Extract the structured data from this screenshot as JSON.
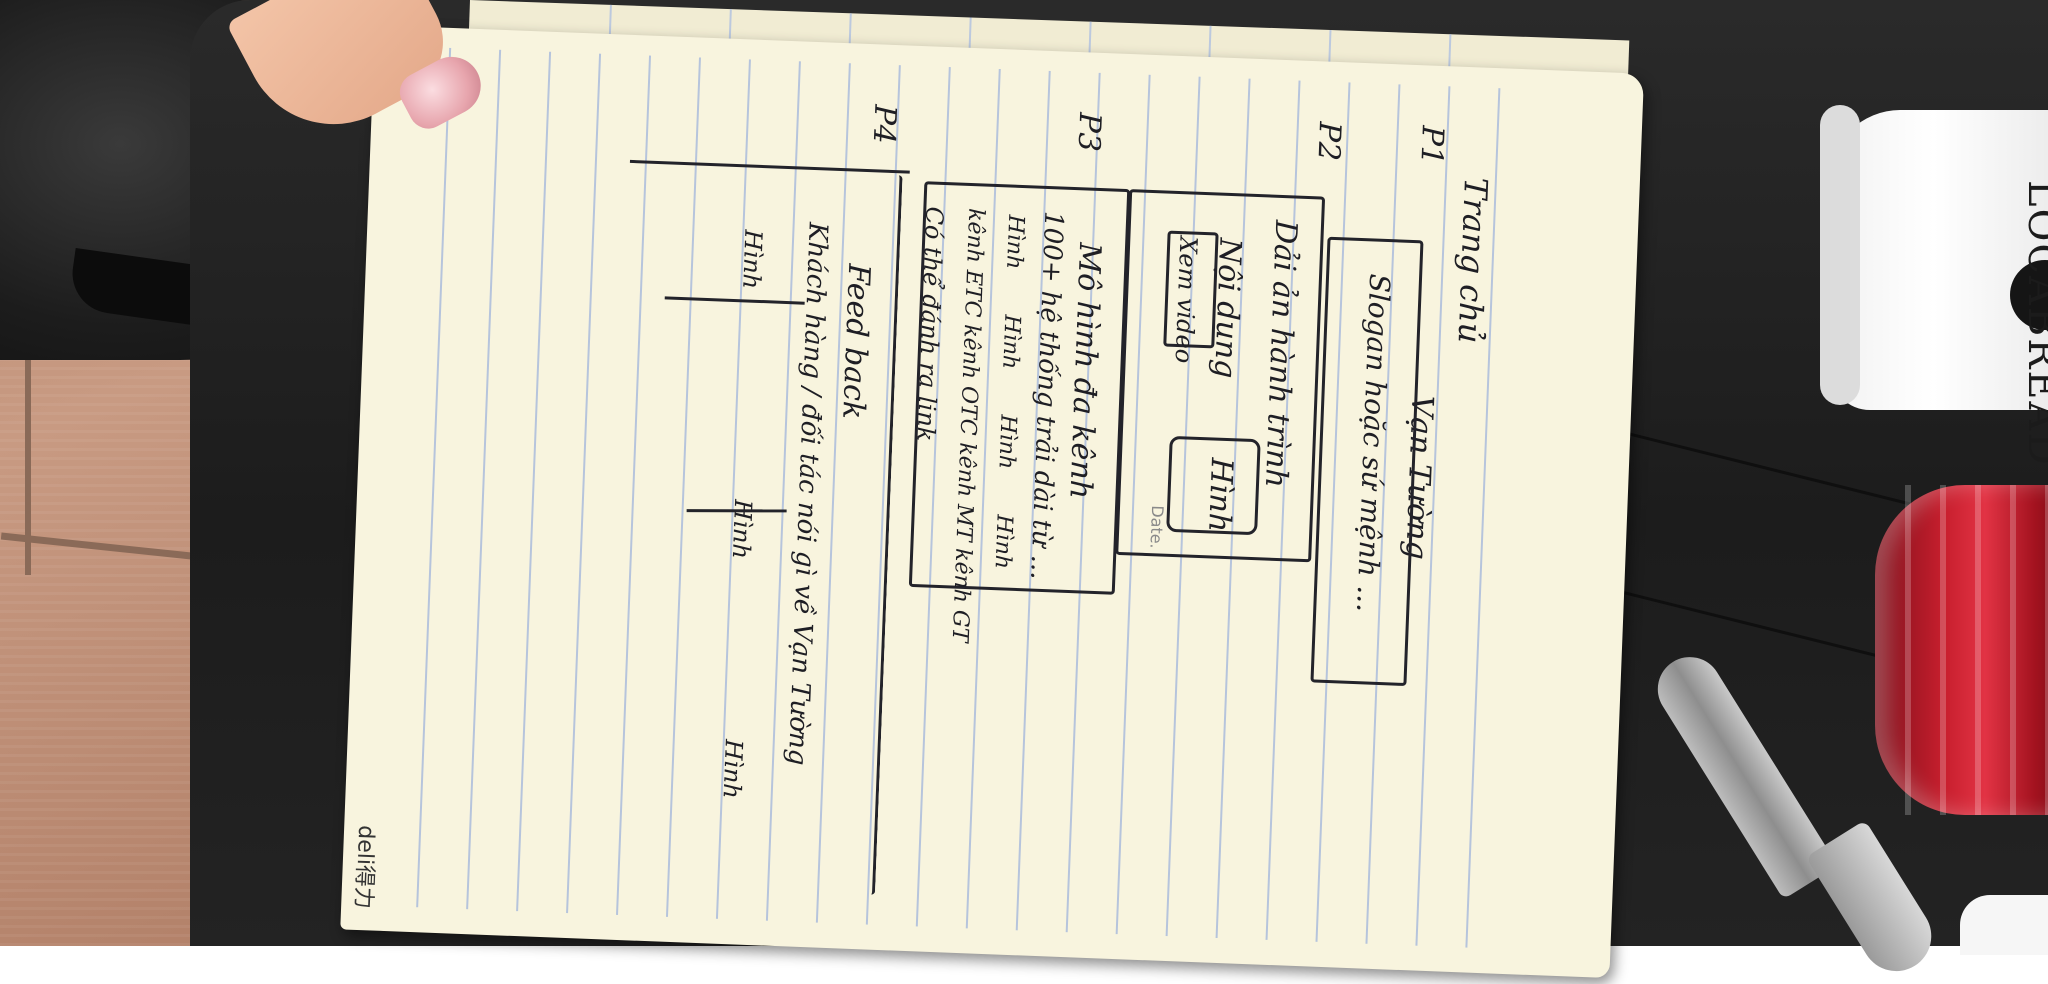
{
  "scene": {
    "photo_subject": "handwritten notebook page on a table",
    "cup_brand": "LOCABREAD",
    "notebook_brand": "deli得力",
    "date_label": "Date."
  },
  "notes": {
    "header": "Trang chủ",
    "lines": [
      {
        "label": "P1",
        "text": "Vạn Tường"
      },
      {
        "label": "",
        "text": "Slogan hoặc sứ mệnh ..."
      },
      {
        "label": "P2",
        "text": "Dải ản hành trình"
      },
      {
        "label": "",
        "text": "Nội dung"
      },
      {
        "label": "",
        "text": "Xem video"
      },
      {
        "label": "",
        "text": "Hình"
      },
      {
        "label": "P3",
        "text": "Mô hình đa kênh"
      },
      {
        "label": "",
        "text": "100+ hệ thống trải dài từ ..."
      },
      {
        "label": "",
        "text": "Hình"
      },
      {
        "label": "",
        "text": "Hình"
      },
      {
        "label": "",
        "text": "Hình"
      },
      {
        "label": "",
        "text": "Hình"
      },
      {
        "label": "",
        "text": "kênh ETC   kênh OTC   kênh MT   kênh GT"
      },
      {
        "label": "",
        "text": "Có thể đánh ra link"
      },
      {
        "label": "P4",
        "text": "Feed back"
      },
      {
        "label": "",
        "text": "Khách hàng / đối tác nói gì về Vạn Tường"
      },
      {
        "label": "",
        "text": "Hình"
      },
      {
        "label": "",
        "text": "Hình"
      },
      {
        "label": "",
        "text": "Hình"
      }
    ]
  }
}
